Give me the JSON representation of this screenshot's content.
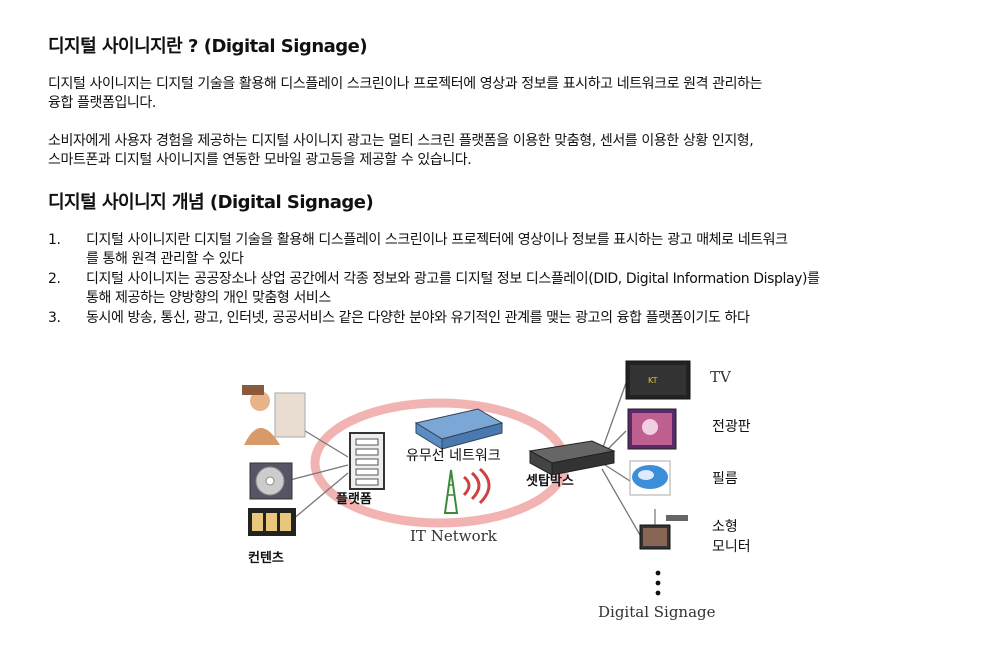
{
  "section1": {
    "title": "디지털 사이니지란 ? (Digital Signage)",
    "para1_line1": "디지털 사이니지는 디지털 기술을 활용해 디스플레이 스크린이나 프로젝터에 영상과 정보를 표시하고 네트워크로 원격 관리하는",
    "para1_line2": "융합 플랫폼입니다.",
    "para2_line1": "소비자에게 사용자 경험을 제공하는 디지털 사이니지 광고는 멀티 스크린 플랫폼을 이용한 맞춤형, 센서를 이용한 상황 인지형,",
    "para2_line2": "스마트폰과 디지털 사이니지를 연동한 모바일 광고등을 제공할 수 있습니다."
  },
  "section2": {
    "title": "디지털 사이니지 개념 (Digital Signage)",
    "items": [
      {
        "num": "1.",
        "line1": "디지털 사이니지란 디지털 기술을 활용해 디스플레이 스크린이나 프로젝터에 영상이나 정보를 표시하는 광고 매체로 네트워크",
        "line2": "를 통해 원격 관리할 수 있다"
      },
      {
        "num": "2.",
        "line1": "디지털 사이니지는 공공장소나 상업 공간에서 각종 정보와 광고를 디지털 정보 디스플레이(DID, Digital Information Display)를",
        "line2": "통해 제공하는 양방향의 개인 맞춤형 서비스"
      },
      {
        "num": "3.",
        "line1": "동시에 방송, 통신, 광고, 인터넷, 공공서비스 같은 다양한 분야와 유기적인 관계를 맺는 광고의 융합 플랫폼이기도 하다"
      }
    ]
  },
  "diagram": {
    "contents_label": "컨텐츠",
    "platform_label": "플랫폼",
    "network_label": "유무선 네트워크",
    "it_network_label": "IT Network",
    "settop_label": "셋탑박스",
    "outputs": [
      "TV",
      "전광판",
      "필름",
      "소형",
      "모니터"
    ],
    "footer_label": "Digital Signage",
    "tv_screen_text": "KT"
  }
}
